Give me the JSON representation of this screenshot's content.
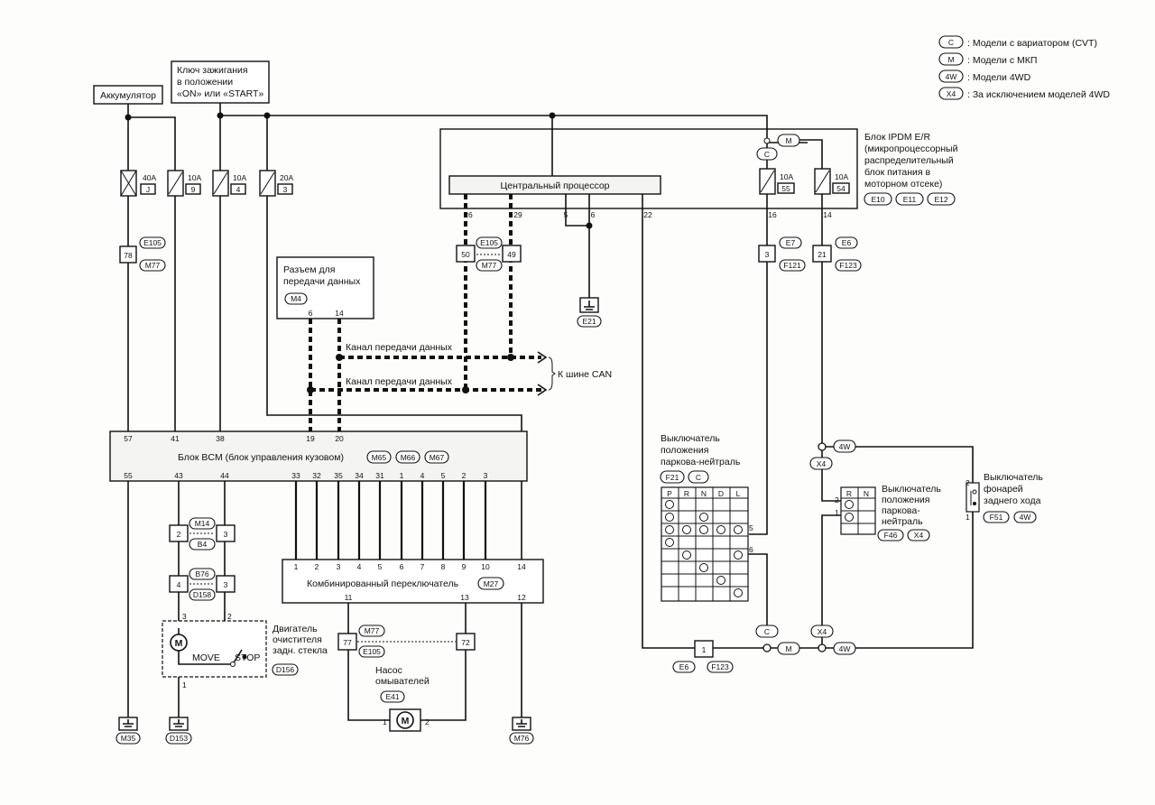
{
  "legend": [
    {
      "code": "C",
      "text": ": Модели с вариатором (CVT)"
    },
    {
      "code": "M",
      "text": ": Модели с МКП"
    },
    {
      "code": "4W",
      "text": ": Модели 4WD"
    },
    {
      "code": "X4",
      "text": ": За исключением моделей 4WD"
    }
  ],
  "labels": {
    "battery": "Аккумулятор",
    "ignition": [
      "Ключ зажигания",
      "в положении",
      "«ON» или «START»"
    ],
    "ipdm": [
      "Блок IPDM E/R",
      "(микропроцессорный",
      "распределительный",
      "блок питания в",
      "моторном отсеке)"
    ],
    "ipdm_conn": [
      "E10",
      "E11",
      "E12"
    ],
    "cpu": "Центральный процессор",
    "dlc": [
      "Разъем для",
      "передачи данных"
    ],
    "dlc_conn": "M4",
    "can1": "Канал передачи данных",
    "can2": "Канал передачи данных",
    "can_bus": "К шине CAN",
    "bcm": "Блок BCM (блок управления кузовом)",
    "bcm_conn": [
      "M65",
      "M66",
      "M67"
    ],
    "combo": "Комбинированный переключатель",
    "combo_conn": "M27",
    "wiper": [
      "Двигатель",
      "очистителя",
      "задн. стекла"
    ],
    "wiper_conn": "D156",
    "move": "MOVE",
    "stop": "STOP",
    "pump": [
      "Насос",
      "омывателей"
    ],
    "pump_conn": "E41",
    "pnp_cvt": [
      "Выключатель",
      "положения",
      "паркова-нейтраль"
    ],
    "pnp_cvt_conn": [
      "F21",
      "C"
    ],
    "pnp_mt": [
      "Выключатель",
      "положения",
      "паркова-",
      "нейтраль"
    ],
    "pnp_mt_conn": [
      "F46",
      "X4"
    ],
    "rev": [
      "Выключатель",
      "фонарей",
      "заднего хода"
    ],
    "rev_conn": [
      "F51",
      "4W"
    ],
    "grounds": [
      "M35",
      "D153",
      "M76",
      "E21"
    ]
  },
  "fuses": [
    {
      "amp": "40A",
      "num": "J"
    },
    {
      "amp": "10A",
      "num": "9"
    },
    {
      "amp": "10A",
      "num": "4"
    },
    {
      "amp": "20A",
      "num": "3"
    },
    {
      "amp": "10A",
      "num": "55"
    },
    {
      "amp": "10A",
      "num": "54"
    }
  ],
  "connectors": {
    "jc1": {
      "pin": "78",
      "tags": [
        "E105",
        "M77"
      ]
    },
    "jc2": {
      "pins": [
        "50",
        "49"
      ],
      "tags": [
        "E105",
        "M77"
      ]
    },
    "jc3": {
      "pin": "3",
      "tags": [
        "E7",
        "F121"
      ]
    },
    "jc4": {
      "pin": "21",
      "tags": [
        "E6",
        "F123"
      ]
    },
    "jc5": {
      "pins": [
        "2",
        "3"
      ],
      "tags": [
        "M14",
        "B4"
      ]
    },
    "jc6": {
      "pins": [
        "4",
        "3"
      ],
      "tags": [
        "B76",
        "D158"
      ]
    },
    "jc7": {
      "pins": [
        "77",
        "72"
      ],
      "tags": [
        "M77",
        "E105"
      ]
    },
    "jc8": {
      "pin": "1",
      "tags": [
        "E6",
        "F123"
      ]
    }
  },
  "bcm_pins_top": [
    "57",
    "41",
    "38",
    "19",
    "20"
  ],
  "bcm_pins_bottom": [
    "55",
    "43",
    "44",
    "33",
    "32",
    "35",
    "34",
    "31",
    "1",
    "4",
    "5",
    "2",
    "3"
  ],
  "combo_pins_top": [
    "1",
    "2",
    "3",
    "4",
    "5",
    "6",
    "7",
    "8",
    "9",
    "10",
    "14"
  ],
  "combo_pins_bottom": [
    "11",
    "13",
    "12"
  ],
  "ipdm_pins": [
    "26",
    "29",
    "5",
    "6",
    "22",
    "16",
    "14"
  ],
  "dlc_pins": [
    "6",
    "14"
  ],
  "pnp_grid_header": [
    "P",
    "R",
    "N",
    "D",
    "L"
  ],
  "pnp_mt_header": [
    "R",
    "N"
  ],
  "mt_pins": [
    "2",
    "1"
  ],
  "rev_pins": [
    "2",
    "1"
  ],
  "motor_pins": [
    "3",
    "2",
    "1"
  ],
  "pump_pins": [
    "1",
    "2"
  ],
  "grid_pins": [
    "5",
    "6"
  ],
  "tags_mid": [
    "C",
    "M",
    "X4",
    "4W",
    "X4",
    "4W"
  ]
}
